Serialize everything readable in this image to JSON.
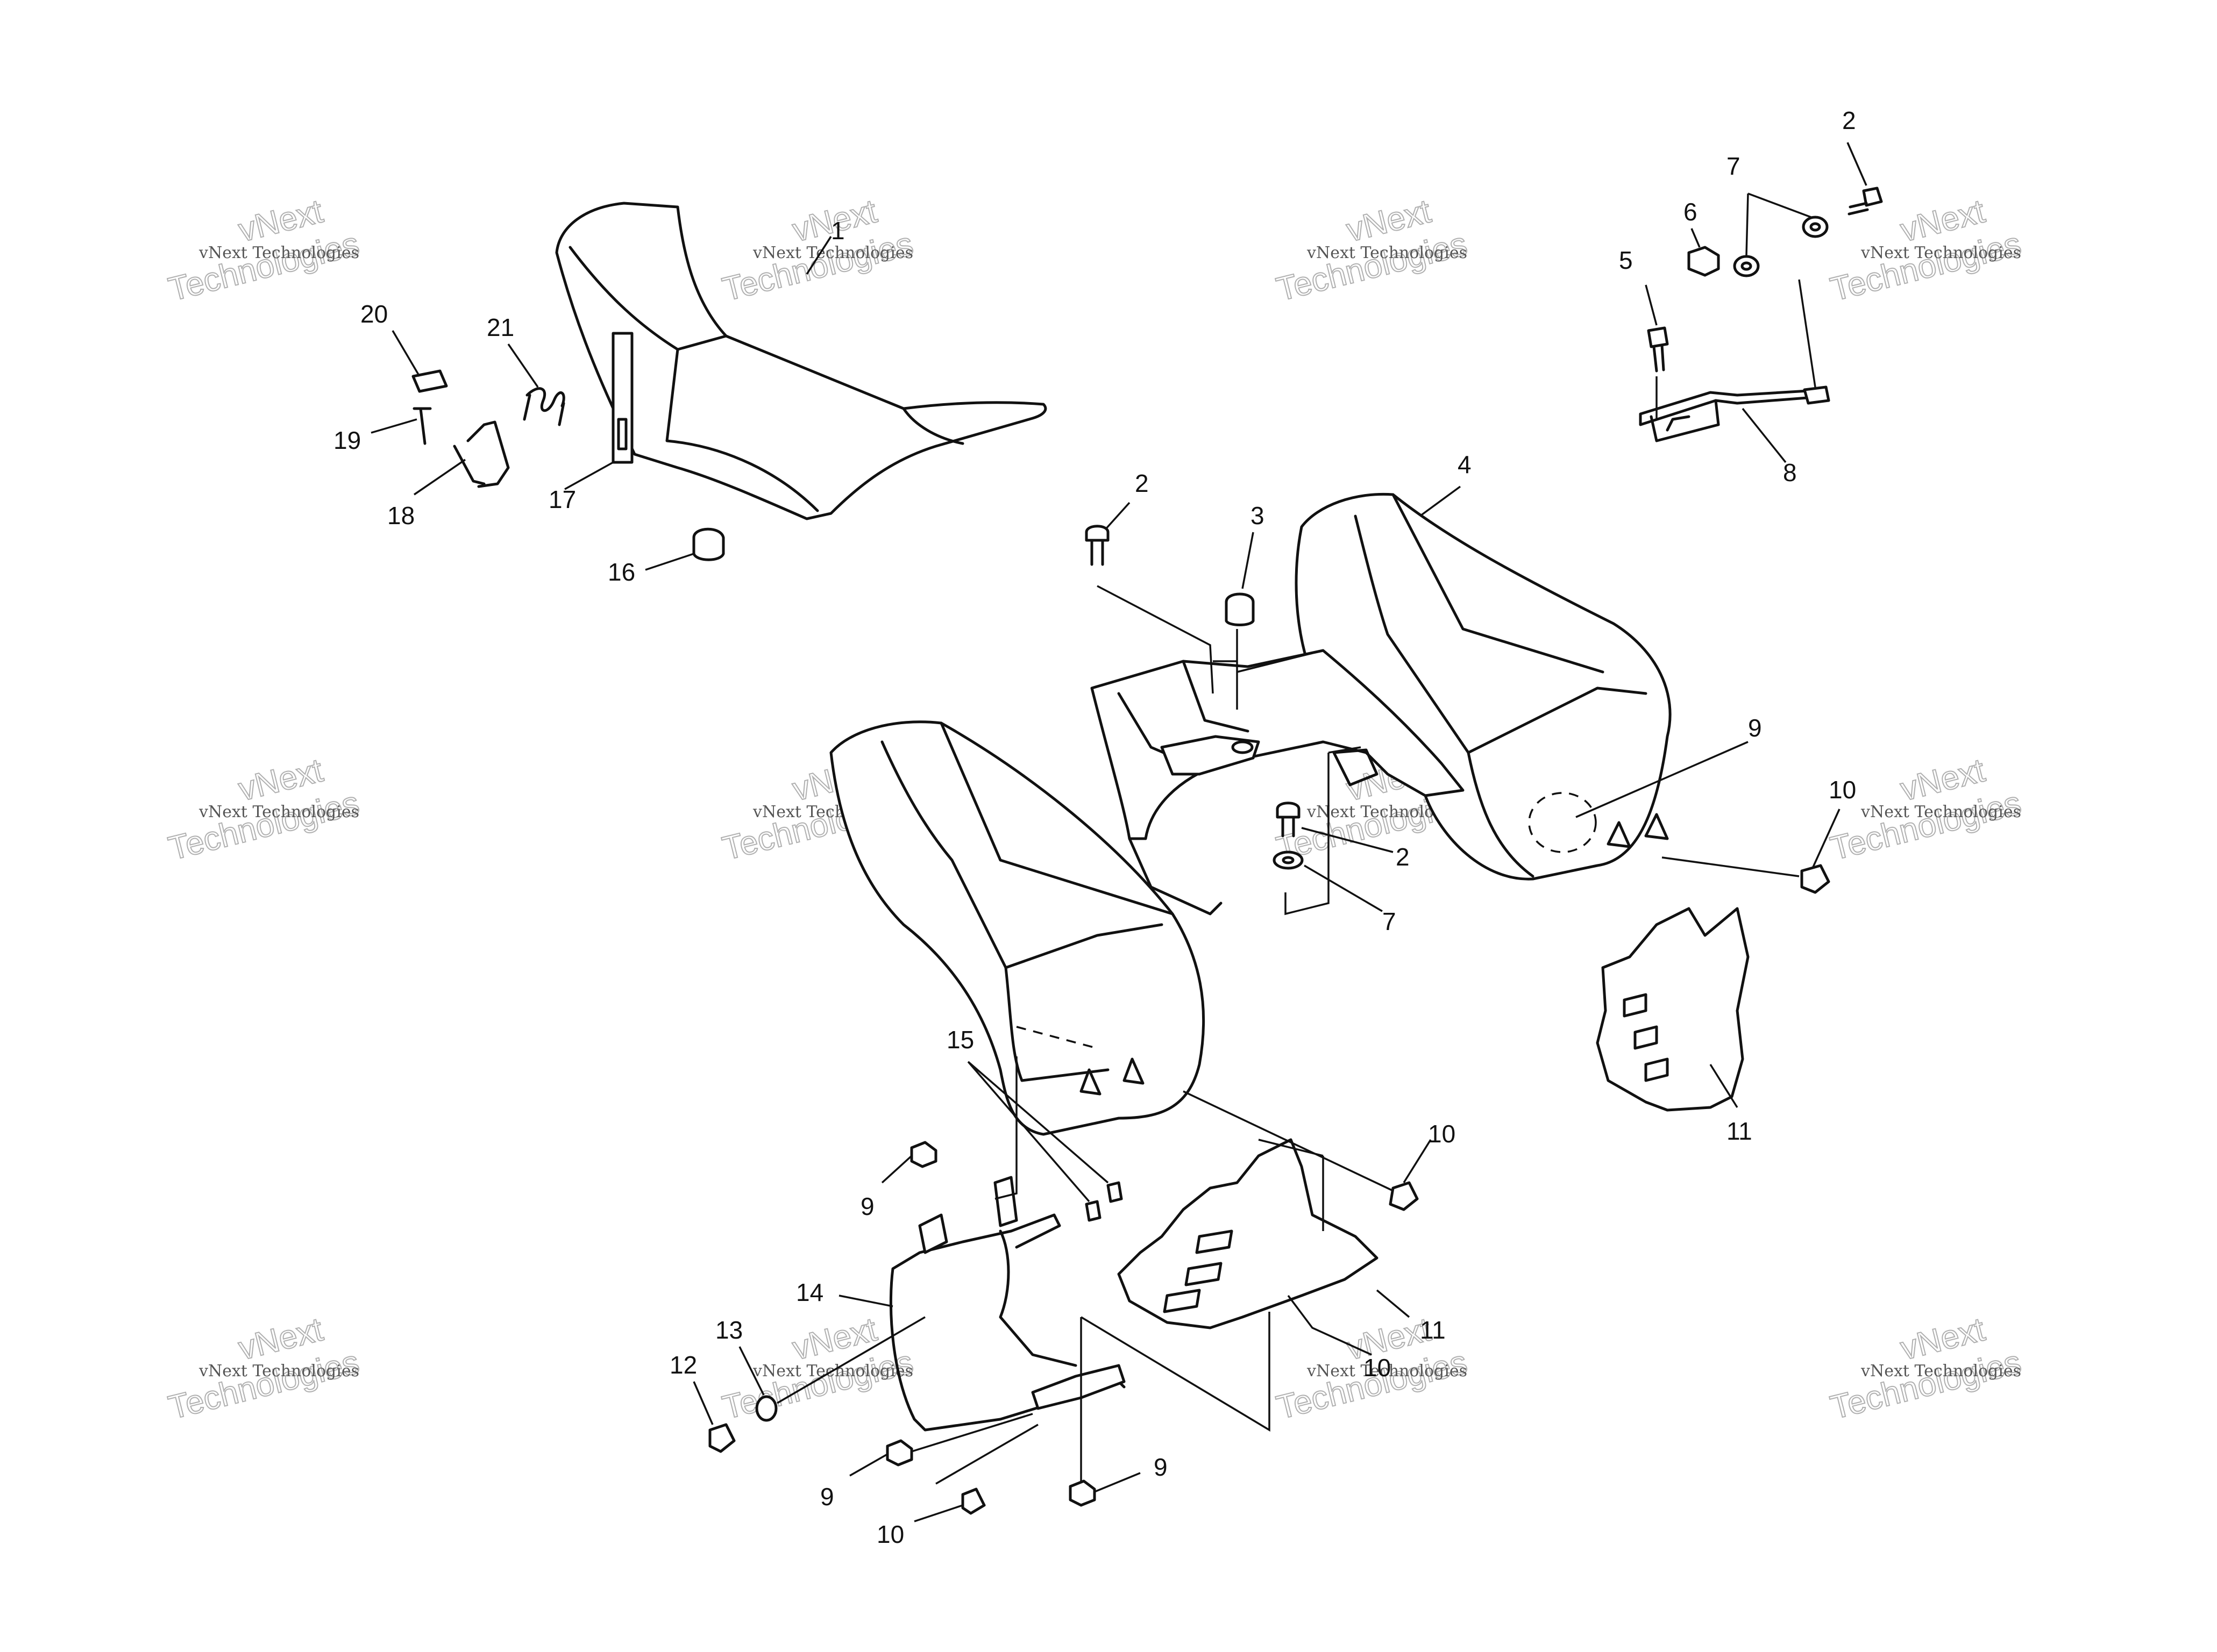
{
  "watermark": {
    "brand": "vNext",
    "line": "vNext Technologies",
    "big": "Technologies"
  },
  "callouts": {
    "c1": "1",
    "c2a": "2",
    "c2b": "2",
    "c2c": "2",
    "c3": "3",
    "c4": "4",
    "c5": "5",
    "c6": "6",
    "c7a": "7",
    "c7b": "7",
    "c8": "8",
    "c9a": "9",
    "c9b": "9",
    "c9c": "9",
    "c9d": "9",
    "c10a": "10",
    "c10b": "10",
    "c10c": "10",
    "c10d": "10",
    "c11a": "11",
    "c11b": "11",
    "c12": "12",
    "c13": "13",
    "c14": "14",
    "c15": "15",
    "c16": "16",
    "c17": "17",
    "c18": "18",
    "c19": "19",
    "c20": "20",
    "c21": "21"
  }
}
